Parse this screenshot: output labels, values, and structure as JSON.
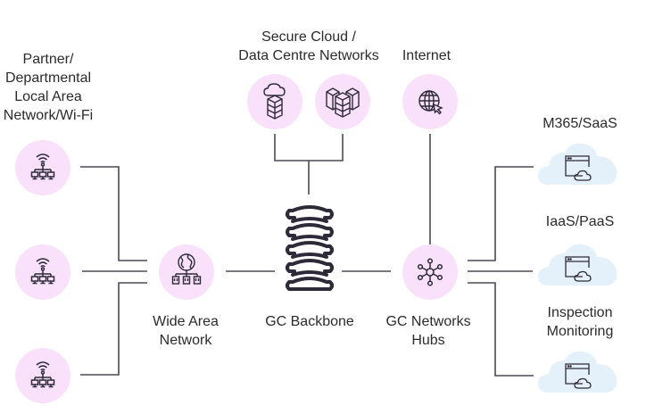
{
  "diagram": {
    "lan": {
      "label_lines": [
        "Partner/",
        "Departmental",
        "Local Area",
        "Network/Wi-Fi"
      ],
      "nodes": [
        {
          "icon": "wifi-network-icon"
        },
        {
          "icon": "wifi-network-icon"
        },
        {
          "icon": "wifi-network-icon"
        }
      ]
    },
    "wan": {
      "label_lines": [
        "Wide Area",
        "Network"
      ],
      "icon": "globe-network-icon"
    },
    "backbone": {
      "label": "GC Backbone",
      "icon": "spine-backbone-icon"
    },
    "secure_cloud": {
      "label_lines": [
        "Secure Cloud /",
        "Data Centre Networks"
      ],
      "nodes": [
        {
          "icon": "cloud-server-icon"
        },
        {
          "icon": "data-centre-servers-icon"
        }
      ]
    },
    "internet": {
      "label": "Internet",
      "icon": "globe-cursor-icon"
    },
    "hubs": {
      "label_lines": [
        "GC Networks",
        "Hubs"
      ],
      "icon": "hub-network-icon"
    },
    "destinations": [
      {
        "label_lines": [
          "M365/SaaS"
        ],
        "icon": "cloud-app-icon"
      },
      {
        "label_lines": [
          "IaaS/PaaS"
        ],
        "icon": "cloud-app-icon"
      },
      {
        "label_lines": [
          "Inspection",
          "Monitoring"
        ],
        "icon": "cloud-app-icon"
      }
    ],
    "colors": {
      "node_fill": "#f9e1fb",
      "cloud_fill": "#e4f1fb",
      "line": "#4a4a55",
      "icon_stroke": "#2e2a38"
    }
  }
}
